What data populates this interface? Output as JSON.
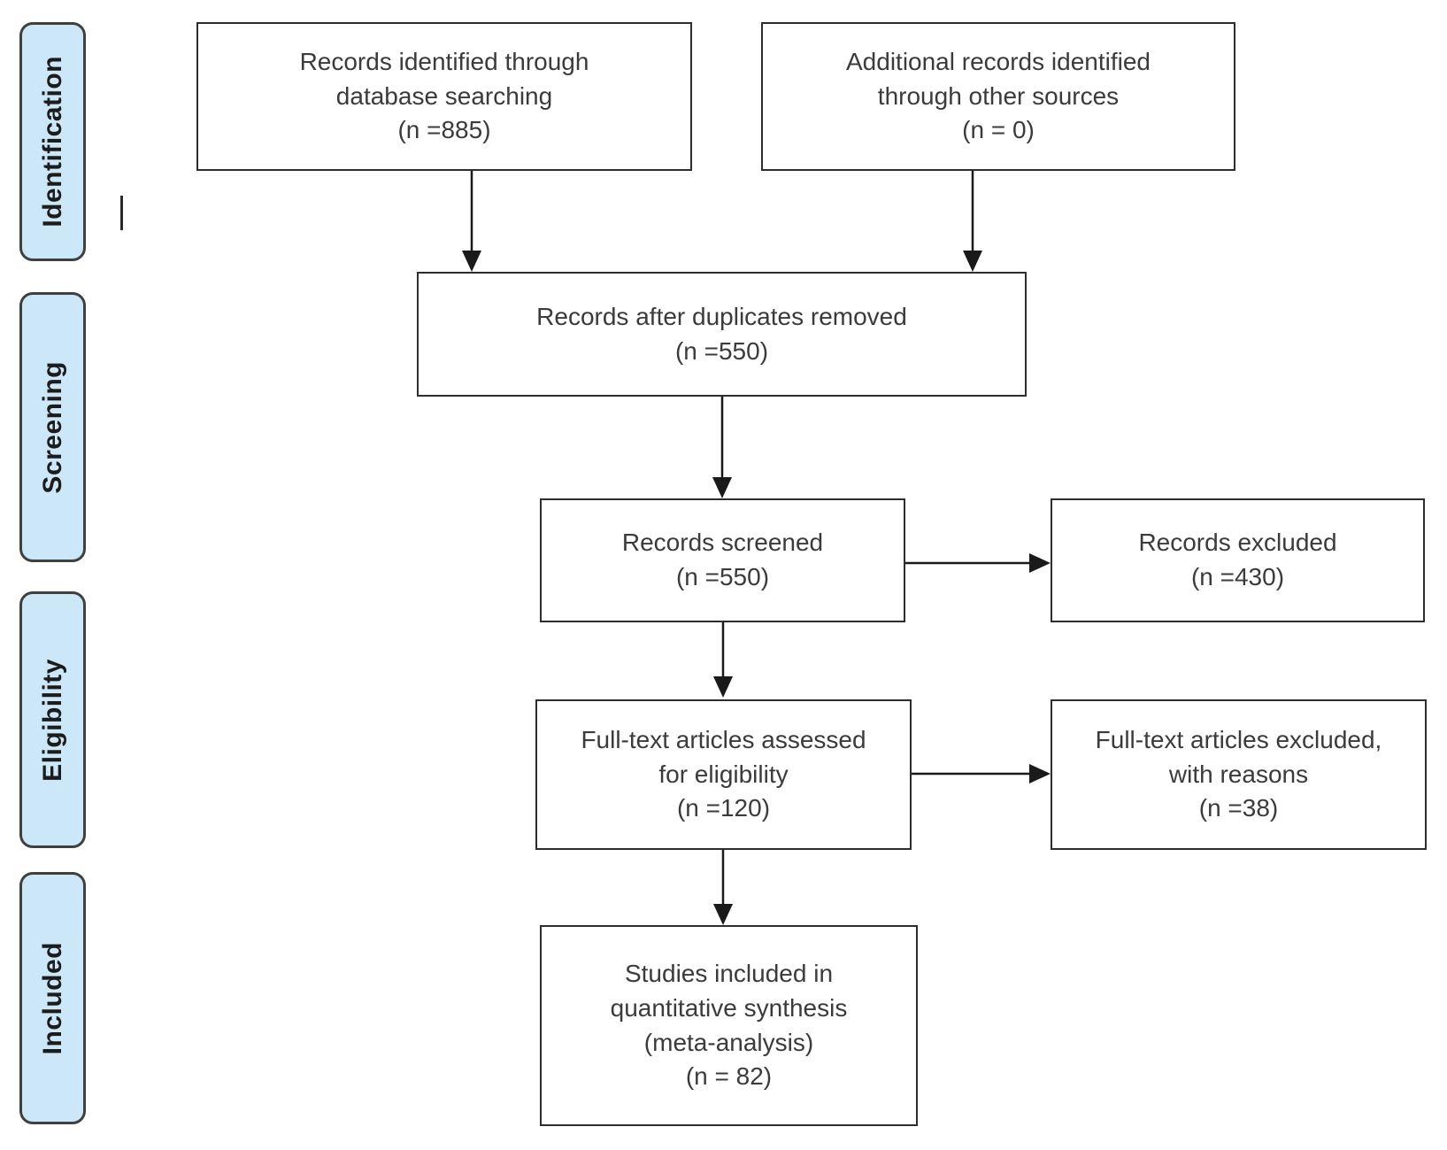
{
  "diagram": {
    "kind": "PRISMA flow diagram",
    "background": "#ffffff",
    "colors": {
      "stage_fill": "#cbe7f8",
      "stage_border": "#404040",
      "box_border": "#2d2d2d",
      "box_fill": "#ffffff",
      "text": "#3b3b3b",
      "arrow": "#1a1a1a"
    },
    "stages": [
      {
        "label": "Identification"
      },
      {
        "label": "Screening"
      },
      {
        "label": "Eligibility"
      },
      {
        "label": "Included"
      }
    ],
    "flow": {
      "db_search": {
        "text": "Records identified through\ndatabase searching\n(n =885)",
        "n": 885
      },
      "other_src": {
        "text": "Additional records identified\nthrough other sources\n(n = 0)",
        "n": 0
      },
      "dedup": {
        "text": "Records after duplicates removed\n(n =550)",
        "n": 550
      },
      "screened": {
        "text": "Records screened\n(n =550)",
        "n": 550
      },
      "excluded": {
        "text": "Records excluded\n(n =430)",
        "n": 430
      },
      "fulltext": {
        "text": "Full-text articles assessed\nfor eligibility\n(n =120)",
        "n": 120
      },
      "ft_excluded": {
        "text": "Full-text articles excluded,\nwith reasons\n(n =38)",
        "n": 38
      },
      "included": {
        "text": "Studies included in\nquantitative synthesis\n(meta-analysis)\n(n = 82)",
        "n": 82
      }
    }
  }
}
